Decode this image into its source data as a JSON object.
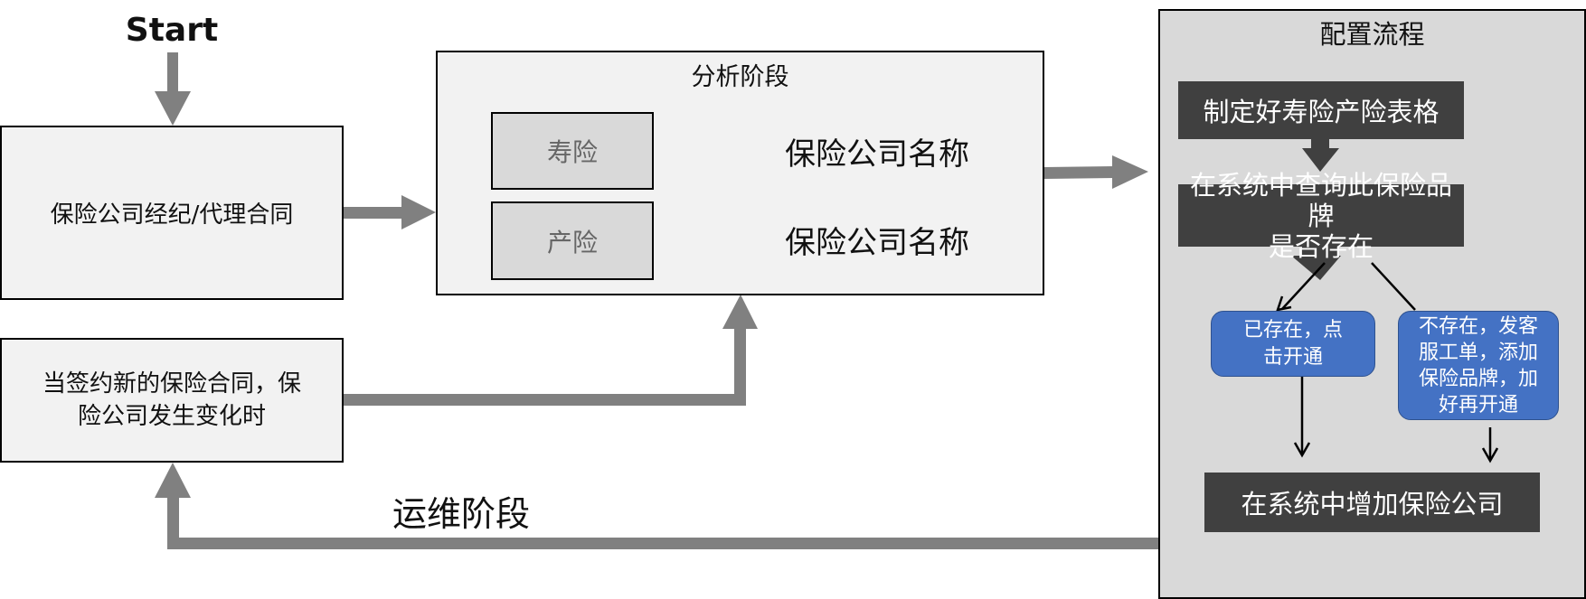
{
  "start": {
    "label": "Start"
  },
  "contract_box": {
    "label": "保险公司经纪/代理合同"
  },
  "change_box": {
    "line1": "当签约新的保险合同，保",
    "line2": "险公司发生变化时"
  },
  "analysis": {
    "title": "分析阶段",
    "rows": [
      {
        "type": "寿险",
        "target": "保险公司名称"
      },
      {
        "type": "产险",
        "target": "保险公司名称"
      }
    ]
  },
  "maintenance": {
    "label": "运维阶段"
  },
  "config": {
    "title": "配置流程",
    "step1": "制定好寿险产险表格",
    "step2_line1": "在系统中查询此保险品牌",
    "step2_line2": "是否存在",
    "branch_yes_line1": "已存在，点",
    "branch_yes_line2": "击开通",
    "branch_no_line1": "不存在，发客",
    "branch_no_line2": "服工单，添加",
    "branch_no_line3": "保险品牌，加",
    "branch_no_line4": "好再开通",
    "step_final": "在系统中增加保险公司"
  },
  "colors": {
    "arrow_gray": "#808080",
    "box_fill": "#f2f2f2",
    "panel_fill": "#d9d9d9",
    "dark_step": "#404040",
    "branch_blue": "#4472c4"
  }
}
